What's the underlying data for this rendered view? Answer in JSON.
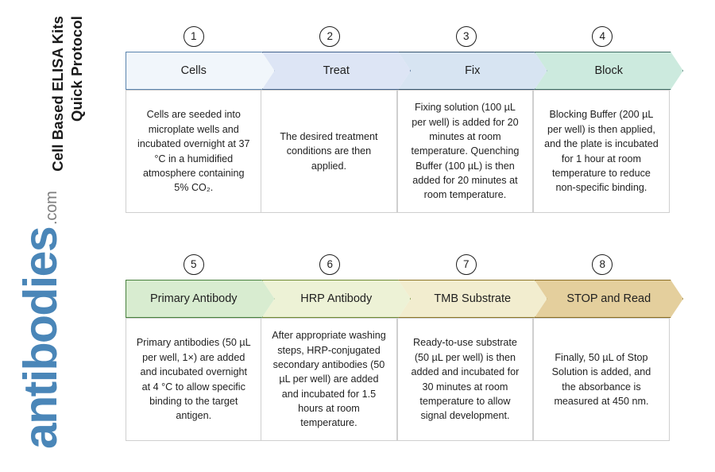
{
  "document": {
    "title": "Cell Based ELISA Kits\nQuick Protocol"
  },
  "brand": {
    "name": "antibodies",
    "tld": ".com",
    "name_color": "#4a86b8",
    "tld_color": "#7d7d7d"
  },
  "flow": {
    "rows": [
      {
        "id": "row-1",
        "steps": [
          {
            "number": "1",
            "label": "Cells",
            "body": "Cells are seeded into microplate wells and incubated overnight at 37 °C in a humidified atmosphere containing 5% CO₂.",
            "fill": "#f1f6fb",
            "border": "#5b84ad"
          },
          {
            "number": "2",
            "label": "Treat",
            "body": "The desired treatment conditions are then applied.",
            "fill": "#dde5f5",
            "border": "#41628c"
          },
          {
            "number": "3",
            "label": "Fix",
            "body": "Fixing solution (100 µL per well) is added for 20 minutes at room temperature. Quenching Buffer (100 µL) is then added for 20 minutes at room temperature.",
            "fill": "#d7e4f2",
            "border": "#36566f"
          },
          {
            "number": "4",
            "label": "Block",
            "body": "Blocking Buffer (200 µL per well) is then applied, and the plate is incubated for 1 hour at room temperature to reduce non-specific binding.",
            "fill": "#cceade",
            "border": "#3d6b63"
          }
        ]
      },
      {
        "id": "row-2",
        "steps": [
          {
            "number": "5",
            "label": "Primary Antibody",
            "body": "Primary antibodies (50 µL per well, 1×) are added and incubated overnight at 4 °C to allow specific binding to the target antigen.",
            "fill": "#d8ecd0",
            "border": "#47803c"
          },
          {
            "number": "6",
            "label": "HRP Antibody",
            "body": "After appropriate washing steps, HRP-conjugated secondary antibodies (50 µL per well) are added and incubated for 1.5 hours at room temperature.",
            "fill": "#edf2d6",
            "border": "#6f8a33"
          },
          {
            "number": "7",
            "label": "TMB Substrate",
            "body": "Ready-to-use substrate (50 µL per well) is then added and incubated for 30 minutes at room temperature to allow signal development.",
            "fill": "#f2edcf",
            "border": "#8d7626"
          },
          {
            "number": "8",
            "label": "STOP and Read",
            "body": "Finally, 50 µL of Stop Solution is added, and the absorbance is measured at 450 nm.",
            "fill": "#e4cf9d",
            "border": "#8a6d22"
          }
        ]
      }
    ]
  }
}
